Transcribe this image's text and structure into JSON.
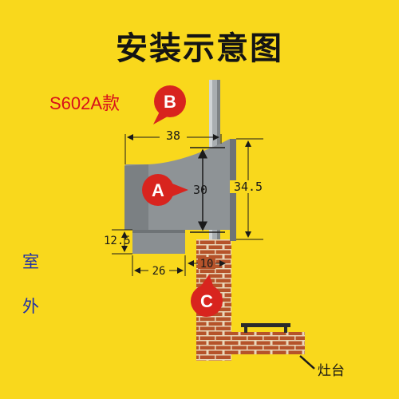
{
  "title": "安装示意图",
  "model": "S602A款",
  "labels": {
    "outdoor_1": "室",
    "outdoor_2": "外",
    "stove": "灶台"
  },
  "badges": {
    "a": "A",
    "b": "B",
    "c": "C"
  },
  "dimensions": {
    "width_top": "38",
    "height_total": "34.5",
    "height_a": "30",
    "height_bottom": "12.5",
    "width_bottom": "26",
    "gap": "10"
  },
  "colors": {
    "background": "#F9D81C",
    "badge_red": "#D8241E",
    "body_gray": "#8E9396",
    "brick": "#B5532A",
    "title": "#141414",
    "model_text": "#D8101A",
    "side_text": "#1D2DA8"
  }
}
